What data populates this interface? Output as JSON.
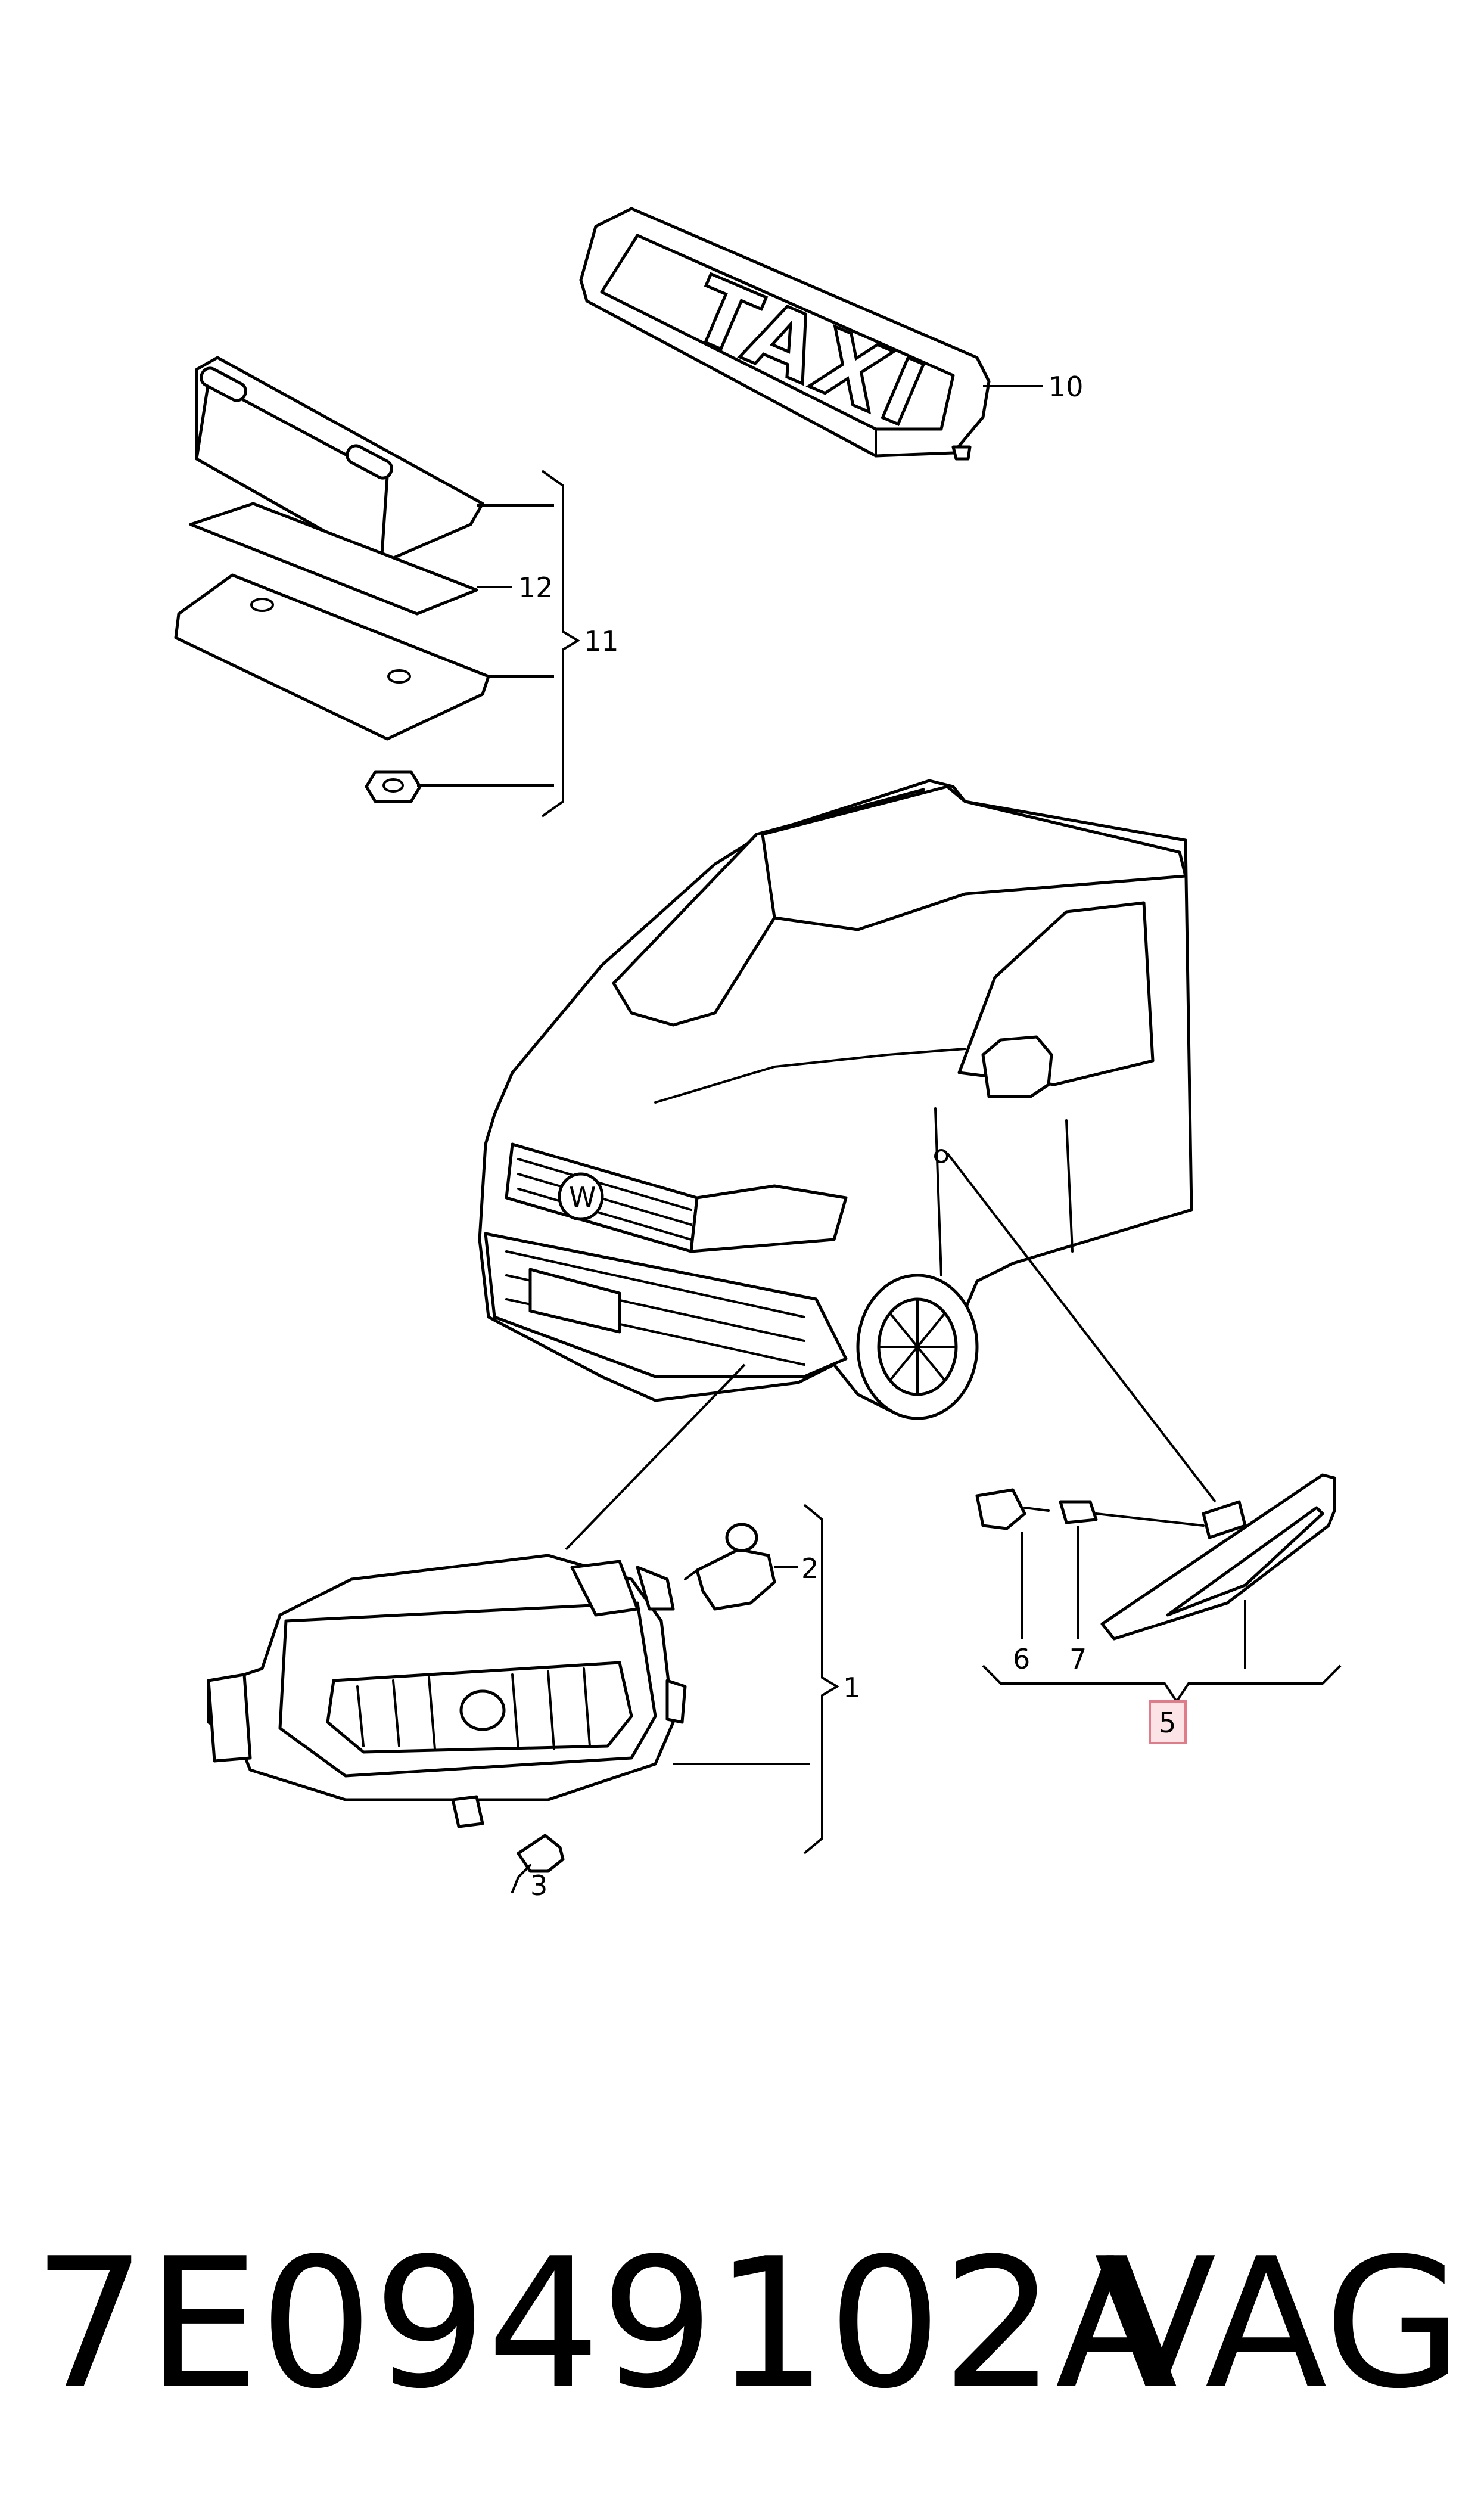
{
  "taxi_sign_text": "TAXI",
  "callouts": {
    "c1": "1",
    "c2": "2",
    "c3": "3",
    "c5": "5",
    "c6": "6",
    "c7": "7",
    "c10": "10",
    "c11": "11",
    "c12": "12"
  },
  "highlight_color": "#e07b8a",
  "footer": {
    "part_number": "7E0949102A",
    "brand": "VAG"
  }
}
